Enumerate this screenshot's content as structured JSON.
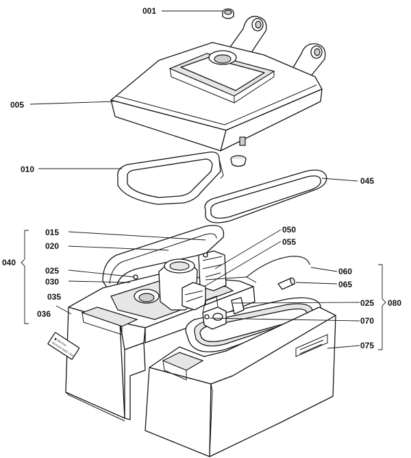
{
  "labels": {
    "p001": "001",
    "p005": "005",
    "p010": "010",
    "p045": "045",
    "p015": "015",
    "p020": "020",
    "p040": "040",
    "p025a": "025",
    "p030": "030",
    "p035": "035",
    "p036": "036",
    "p050": "050",
    "p055": "055",
    "p060": "060",
    "p065": "065",
    "p025b": "025",
    "p080": "080",
    "p070": "070",
    "p075": "075"
  },
  "sticker": {
    "line1": "● Kärcher",
    "line2": "Vorsicht Heiß / Hot"
  }
}
